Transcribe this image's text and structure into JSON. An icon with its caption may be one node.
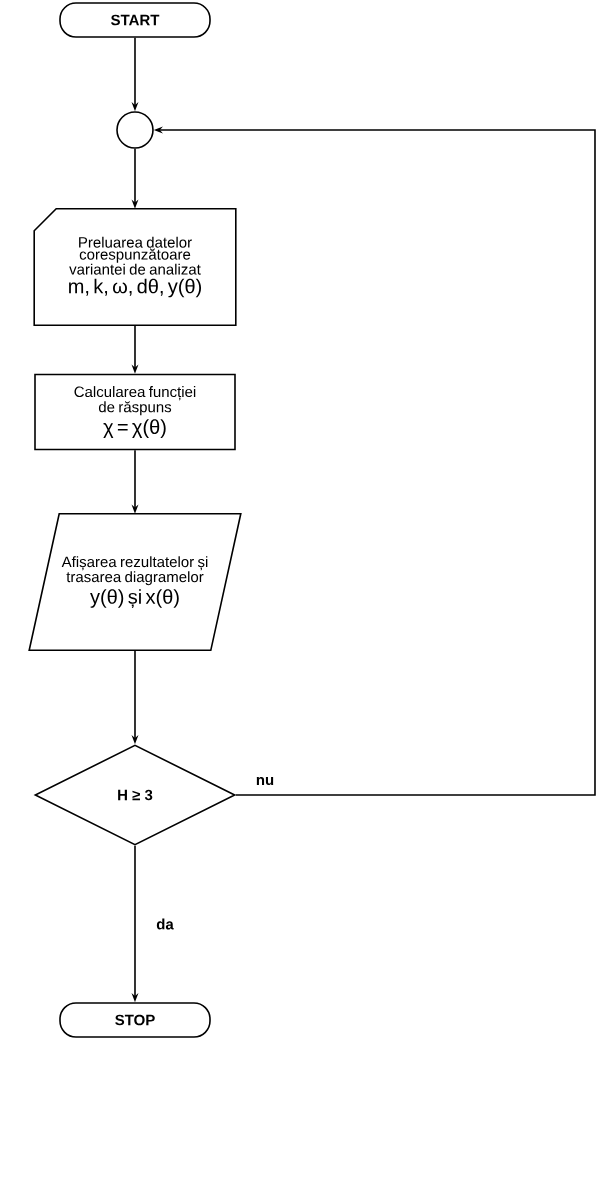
{
  "diagram": {
    "nodes": [
      {
        "text": [
          "START"
        ]
      },
      {
        "text": [],
        "shape": "circle"
      },
      {
        "text": [
          "Preluarea datelor corespunzătoare variantei de analizat",
          "m, k, ω, dθ, y(θ)"
        ]
      },
      {
        "text": [
          "Calcularea funcției de răspuns",
          "χ = χ(θ)"
        ]
      },
      {
        "text": [
          "Afișarea rezultatelor și trasarea diagramelor",
          "y(θ) și x(θ)"
        ]
      },
      {
        "text": [
          "H ≥ 3"
        ]
      },
      {
        "text": [
          "STOP"
        ]
      }
    ],
    "edges": [
      {
        "from": 0,
        "to": 1,
        "arrow": "to"
      },
      {
        "from": 1,
        "to": 2,
        "arrow": "to"
      },
      {
        "from": 2,
        "to": 3,
        "arrow": "to"
      },
      {
        "from": 3,
        "to": 4,
        "arrow": "to"
      },
      {
        "from": 4,
        "to": 5,
        "arrow": "to"
      },
      {
        "from": 5,
        "to": 6,
        "arrow": "to",
        "label": "da"
      },
      {
        "from": 5,
        "to": 1,
        "arrow": "to",
        "label": "nu"
      }
    ]
  }
}
